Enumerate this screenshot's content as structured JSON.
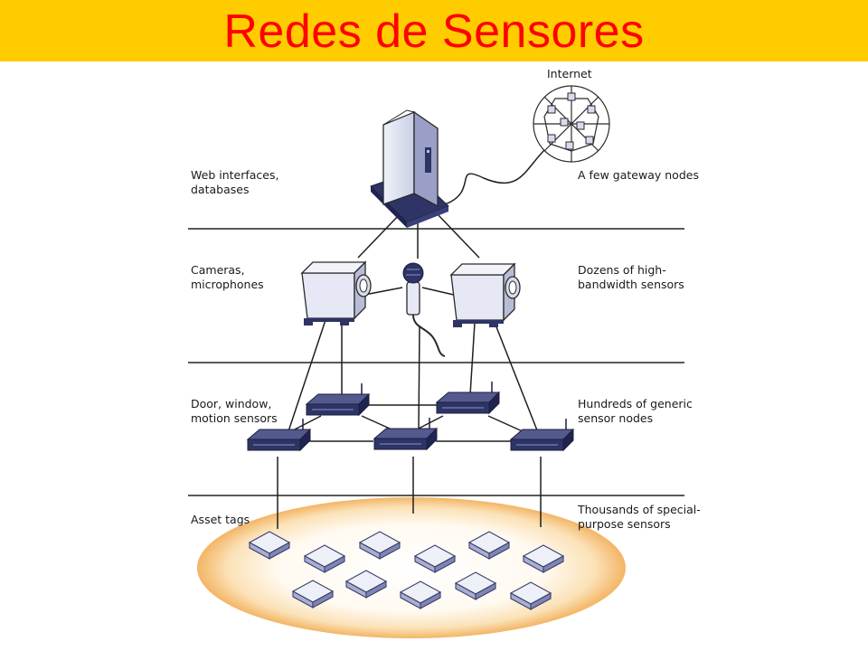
{
  "title": "Redes de Sensores",
  "labels": {
    "internet": "Internet",
    "web_interfaces": [
      "Web interfaces,",
      "databases"
    ],
    "gateway": "A few gateway nodes",
    "cameras": [
      "Cameras,",
      "microphones"
    ],
    "high_bandwidth": [
      "Dozens of high-",
      "bandwidth sensors"
    ],
    "door_window": [
      "Door, window,",
      "motion sensors"
    ],
    "generic": [
      "Hundreds of generic",
      "sensor nodes"
    ],
    "asset_tags": "Asset tags",
    "special_purpose": [
      "Thousands of special-",
      "purpose sensors"
    ]
  },
  "colors": {
    "header_bg": "#ffcc00",
    "title": "#ff0000",
    "line": "#2a2a2a",
    "device_fill": "#dfe3f2",
    "device_dark": "#2e3466",
    "tag_fill": "#e8eaf4",
    "ellipse_glow": "#f7c27a"
  }
}
